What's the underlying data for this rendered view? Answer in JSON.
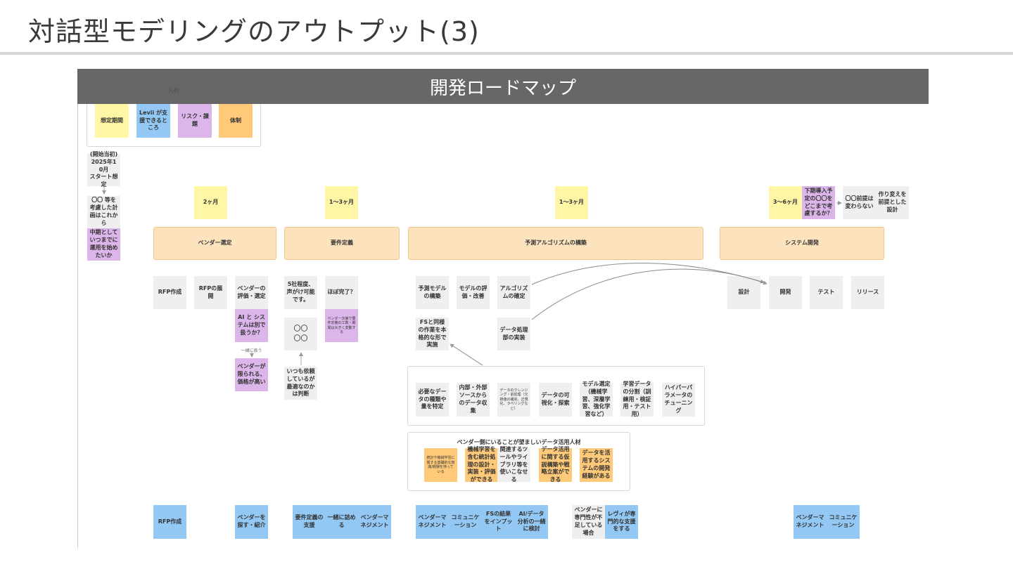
{
  "slide": {
    "title": "対話型モデリングのアウトプット(3)"
  },
  "banner": {
    "title": "開発ロードマップ"
  },
  "legend": {
    "title": "凡例",
    "items": [
      "想定期間",
      "Levii が支援できるところ",
      "リスク・課題",
      "体制"
    ]
  },
  "left_notes": {
    "start": "(開始当初)\n2025年10月\nスタート想定",
    "plan": "〇〇 等を考慮した計画はこれから",
    "question": "中期としていつまでに運用を始めたいか"
  },
  "durations": {
    "vendor": "2ヶ月",
    "requirements": "1～3ヶ月",
    "algorithm": "1～3ヶ月",
    "system": "3～6ヶ月"
  },
  "phases": {
    "vendor": "ベンダー選定",
    "requirements": "要件定義",
    "algorithm": "予測アルゴリズムの構築",
    "system": "システム開発"
  },
  "system_top": {
    "risk": "下期導入予定の〇〇をどこまで考慮するか？",
    "premise": "〇〇前提は変わらない",
    "rebuild": "作り変えを前提とした設計"
  },
  "vendor_tasks": {
    "rfp_create": "RFP作成",
    "rfp_deploy": "RFPの展開",
    "evaluate": "ベンダーの評価・選定",
    "risk_ai": "AI と システムは別で扱うか？",
    "together_label": "一緒に扱う",
    "risk_limited": "ベンダーが限られる、価格が高い"
  },
  "req_tasks": {
    "five": "5社程度、声がけ可能です。",
    "done": "ほぼ完了？",
    "risk_vendor": "ベンダー次第で要件定義の工数・期間は大きく変動する",
    "circle": "〇〇\n〇〇",
    "always": "いつも依頼しているが最適なのかは判断"
  },
  "algo_tasks": {
    "build": "予測モデルの構築",
    "evaluate": "モデルの評価・改善",
    "decide": "アルゴリズムの確定",
    "fs": "FSと同様の作業を本格的な形で実施",
    "impl": "データ処理部の実装"
  },
  "data_steps": [
    "必要なデータの種類や量を特定",
    "内部・外部ソースからのデータ収集",
    "データのクレンジング・前処理（欠損値の補完、正規化、ラベリングなど）",
    "データの可視化・探索",
    "モデル選定（機械学習、深層学習、強化学習など）",
    "学習データの分割（訓練用・検証用・テスト用）",
    "ハイパーパラメータのチューニング"
  ],
  "talent": {
    "title": "ベンダー側にいることが望ましいデータ活用人材",
    "items": [
      "統計や機械学習に関する基礎的な知識/経験を持っている",
      "機械学習を含む統計処理の設計・実装・評価ができる",
      "関連するツールやライブラリ等を使いこなせる",
      "データ活用に関する仮説構築や戦略立案ができる",
      "データを活用するシステムの開発経験がある"
    ]
  },
  "system_tasks": [
    "設計",
    "開発",
    "テスト",
    "リリース"
  ],
  "bottom": {
    "rfp": "RFP作成",
    "intro": "ベンダーを探す・紹介",
    "req_support": "要件定義の支援",
    "together": "一緒に詰める",
    "vm1": "ベンダーマネジメント",
    "vm2": "ベンダーマネジメント",
    "comm1": "コミュニケーション",
    "fs_input": "FSの結果をインプット",
    "ai_analysis": "AI/データ分析の一緒に検討",
    "lack": "ベンダーに専門性が不足している場合",
    "levii_support": "レヴィが専門的な支援をする",
    "vm3": "ベンダーマネジメント",
    "comm2": "コミュニケーション"
  },
  "colors": {
    "yellow": "#fff6a6",
    "blue": "#93c8f4",
    "purple": "#dcb6ea",
    "orange": "#ffc97a",
    "phase": "#fde3bd"
  }
}
